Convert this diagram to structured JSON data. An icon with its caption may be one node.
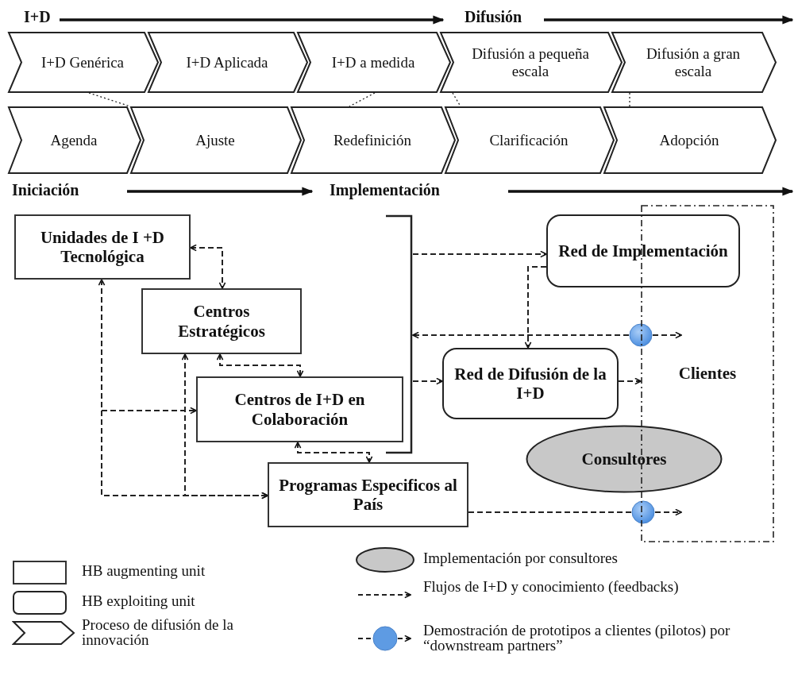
{
  "diagram": {
    "nodes": [
      {
        "text": [
          "I+D Genérica"
        ]
      },
      {
        "text": [
          "I+D Aplicada"
        ]
      },
      {
        "text": [
          "I+D a medida"
        ]
      },
      {
        "text": [
          "Difusión a pequeña escala"
        ]
      },
      {
        "text": [
          "Difusión a gran escala"
        ]
      },
      {
        "text": [
          "Agenda"
        ]
      },
      {
        "text": [
          "Ajuste"
        ]
      },
      {
        "text": [
          "Redefinición"
        ]
      },
      {
        "text": [
          "Clarificación"
        ]
      },
      {
        "text": [
          "Adopción"
        ]
      },
      {
        "text": [
          "Unidades de I +D Tecnológica"
        ]
      },
      {
        "text": [
          "Centros Estratégicos"
        ]
      },
      {
        "text": [
          "Centros de I+D en Colaboración"
        ]
      },
      {
        "text": [
          "Programas Especificos al País"
        ]
      },
      {
        "text": [
          "Red de Implementación"
        ]
      },
      {
        "text": [
          "Red de Difusión de la I+D"
        ]
      },
      {
        "text": [
          "Consultores"
        ]
      },
      {
        "text": [
          "Clientes"
        ]
      },
      {
        "text": [],
        "shape": "bracket"
      },
      {
        "text": [],
        "shape": "circle"
      },
      {
        "text": [],
        "shape": "circle"
      }
    ],
    "edges": [
      {
        "from": 0,
        "to": 6,
        "arrow": "none",
        "style": "dashed"
      },
      {
        "from": 2,
        "to": 7,
        "arrow": "none",
        "style": "dashed"
      },
      {
        "from": 3,
        "to": 8,
        "arrow": "none",
        "style": "dashed"
      },
      {
        "from": 4,
        "to": 9,
        "arrow": "none",
        "style": "dashed"
      },
      {
        "from": 10,
        "to": 11,
        "arrow": "both",
        "style": "dashed"
      },
      {
        "from": 11,
        "to": 12,
        "arrow": "both",
        "style": "dashed"
      },
      {
        "from": 12,
        "to": 13,
        "arrow": "both",
        "style": "dashed"
      },
      {
        "from": 10,
        "to": 13,
        "arrow": "both",
        "style": "dashed"
      },
      {
        "from": 10,
        "to": 12,
        "arrow": "to",
        "style": "dashed"
      },
      {
        "from": 11,
        "to": 13,
        "arrow": "both",
        "style": "dashed"
      },
      {
        "from": 18,
        "to": 14,
        "arrow": "to",
        "style": "dashed"
      },
      {
        "from": 19,
        "to": 18,
        "arrow": "to",
        "style": "dashed"
      },
      {
        "from": 19,
        "to": 17,
        "arrow": "to",
        "style": "dashed"
      },
      {
        "from": 15,
        "to": 17,
        "arrow": "to",
        "style": "dashed"
      },
      {
        "from": 18,
        "to": 15,
        "arrow": "to",
        "style": "dashed"
      },
      {
        "from": 14,
        "to": 15,
        "arrow": "to",
        "style": "dashed"
      },
      {
        "from": 13,
        "to": 20,
        "arrow": "none",
        "style": "dashed"
      },
      {
        "from": 20,
        "to": 17,
        "arrow": "to",
        "style": "dashed"
      }
    ],
    "labels": [
      "I+D",
      "Difusión",
      "Iniciación",
      "Implementación"
    ],
    "legend": [
      {
        "text": "HB augmenting unit"
      },
      {
        "text": "HB exploiting unit"
      },
      {
        "text": "Proceso de difusión de la innovación"
      },
      {
        "text": "Implementación por consultores"
      },
      {
        "text": "Flujos de I+D y conocimiento (feedbacks)"
      },
      {
        "text": "Demostración de prototipos a clientes (pilotos) por “downstream partners”"
      }
    ]
  }
}
